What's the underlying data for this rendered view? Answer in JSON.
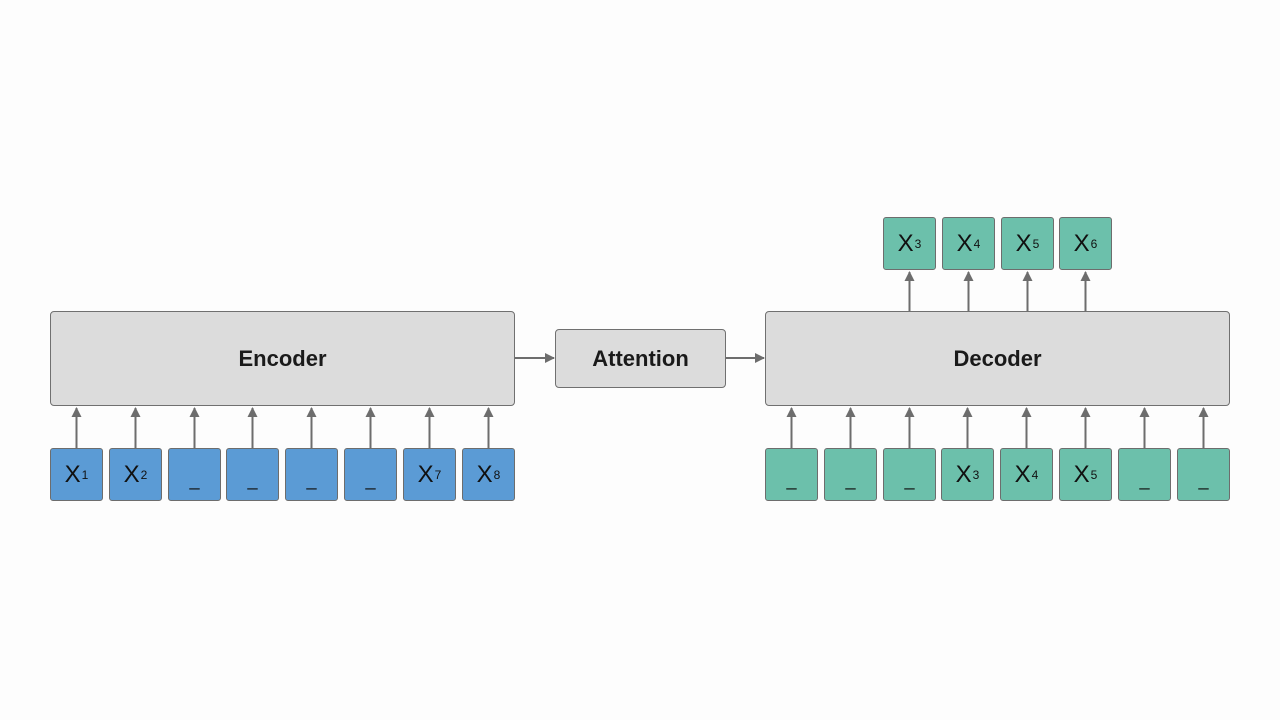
{
  "blocks": {
    "encoder": "Encoder",
    "attention": "Attention",
    "decoder": "Decoder"
  },
  "encoder_inputs": [
    {
      "sym": "X",
      "sub": "1",
      "masked": false
    },
    {
      "sym": "X",
      "sub": "2",
      "masked": false
    },
    {
      "sym": "_",
      "sub": "",
      "masked": true
    },
    {
      "sym": "_",
      "sub": "",
      "masked": true
    },
    {
      "sym": "_",
      "sub": "",
      "masked": true
    },
    {
      "sym": "_",
      "sub": "",
      "masked": true
    },
    {
      "sym": "X",
      "sub": "7",
      "masked": false
    },
    {
      "sym": "X",
      "sub": "8",
      "masked": false
    }
  ],
  "decoder_inputs": [
    {
      "sym": "_",
      "sub": "",
      "masked": true
    },
    {
      "sym": "_",
      "sub": "",
      "masked": true
    },
    {
      "sym": "_",
      "sub": "",
      "masked": true
    },
    {
      "sym": "X",
      "sub": "3",
      "masked": false
    },
    {
      "sym": "X",
      "sub": "4",
      "masked": false
    },
    {
      "sym": "X",
      "sub": "5",
      "masked": false
    },
    {
      "sym": "_",
      "sub": "",
      "masked": true
    },
    {
      "sym": "_",
      "sub": "",
      "masked": true
    }
  ],
  "decoder_outputs": [
    {
      "sym": "X",
      "sub": "3",
      "masked": false
    },
    {
      "sym": "X",
      "sub": "4",
      "masked": false
    },
    {
      "sym": "X",
      "sub": "5",
      "masked": false
    },
    {
      "sym": "X",
      "sub": "6",
      "masked": false
    }
  ],
  "colors": {
    "encoder_token": "#5b9bd5",
    "decoder_token": "#6cc0ab",
    "block_fill": "#dcdcdc",
    "arrow": "#6d6d6d"
  }
}
